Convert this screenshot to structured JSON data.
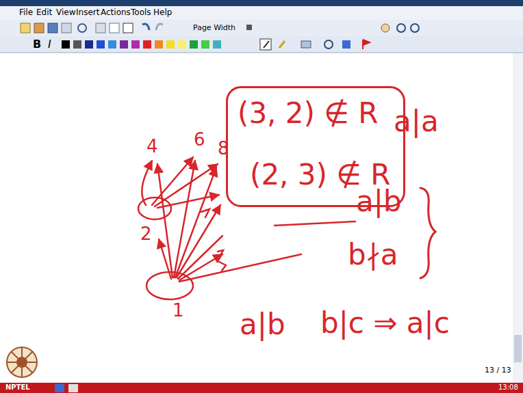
{
  "diagram": {
    "nodes": [
      {
        "text": [
          "(3, 2) ∉ R",
          "(2, 3) ∉ R"
        ]
      }
    ],
    "labels": [
      "File",
      "Edit",
      "View",
      "Insert",
      "Actions",
      "Tools",
      "Help",
      "Page Width",
      "B",
      "I",
      "4",
      "6",
      "8",
      "2",
      "1",
      "a|a",
      "a|b",
      "b∤a",
      "a|b",
      "b|c ⇒ a|c",
      "13 / 13",
      "13:08",
      "NPTEL"
    ]
  }
}
